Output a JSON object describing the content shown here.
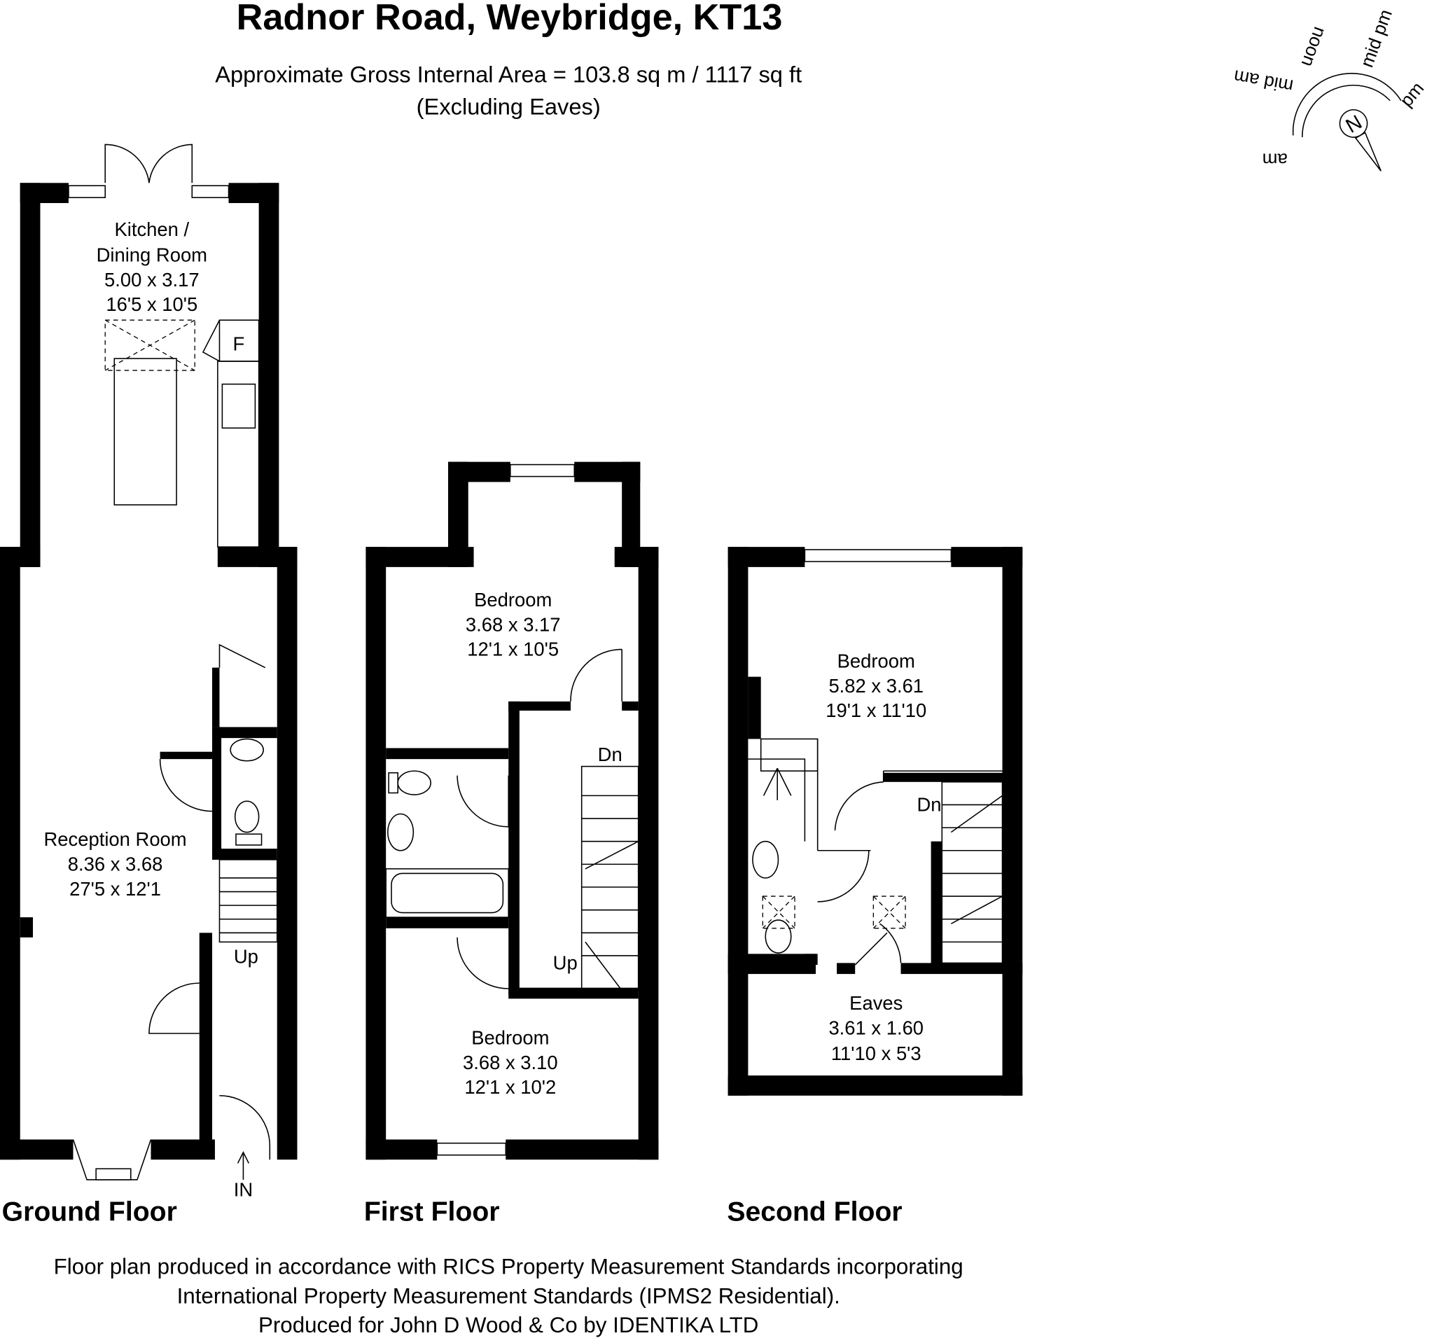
{
  "header": {
    "title": "Radnor Road, Weybridge, KT13",
    "area": "Approximate Gross Internal Area = 103.8 sq m / 1117 sq ft",
    "note": "(Excluding Eaves)"
  },
  "compass": {
    "north": "N",
    "labels": [
      "am",
      "mid am",
      "noon",
      "mid pm",
      "pm"
    ]
  },
  "ground_floor": {
    "label": "Ground Floor",
    "kitchen": {
      "name1": "Kitchen /",
      "name2": "Dining Room",
      "metric": "5.00 x 3.17",
      "imperial": "16'5 x 10'5"
    },
    "reception": {
      "name": "Reception Room",
      "metric": "8.36 x 3.68",
      "imperial": "27'5 x 12'1"
    },
    "fridge": "F",
    "stairs": "Up",
    "entrance": "IN"
  },
  "first_floor": {
    "label": "First Floor",
    "bedroom1": {
      "name": "Bedroom",
      "metric": "3.68 x 3.17",
      "imperial": "12'1 x 10'5"
    },
    "bedroom2": {
      "name": "Bedroom",
      "metric": "3.68 x 3.10",
      "imperial": "12'1 x 10'2"
    },
    "stairs_down": "Dn",
    "stairs_up": "Up"
  },
  "second_floor": {
    "label": "Second Floor",
    "bedroom": {
      "name": "Bedroom",
      "metric": "5.82 x 3.61",
      "imperial": "19'1 x 11'10"
    },
    "eaves": {
      "name": "Eaves",
      "metric": "3.61 x 1.60",
      "imperial": "11'10 x 5'3"
    },
    "stairs_down": "Dn"
  },
  "footer": {
    "line1": "Floor plan produced in accordance with RICS Property Measurement Standards incorporating",
    "line2": "International Property Measurement Standards (IPMS2 Residential).",
    "line3": "Produced for John D Wood & Co by IDENTIKA LTD"
  }
}
